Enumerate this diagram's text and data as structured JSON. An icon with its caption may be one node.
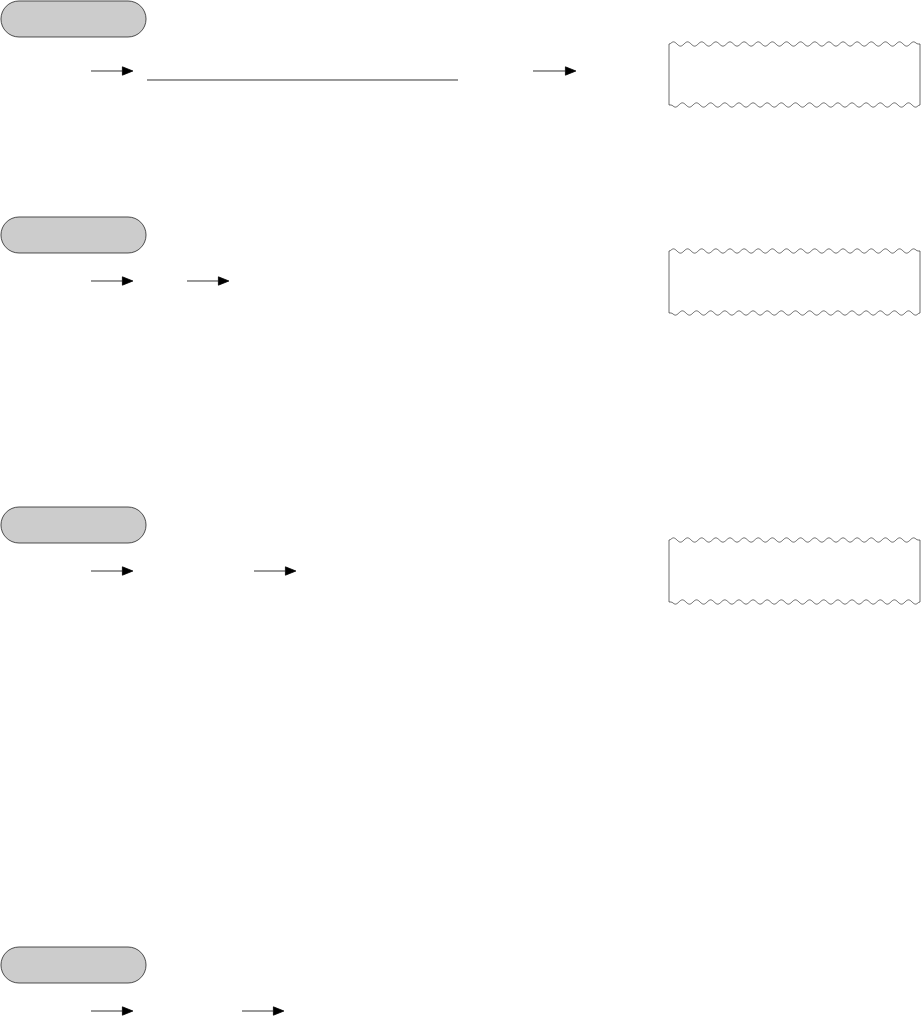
{
  "diagram": {
    "nodes": [
      {
        "text": [],
        "shape": "box"
      },
      {
        "text": [],
        "shape": "tape"
      },
      {
        "text": [],
        "shape": "box"
      },
      {
        "text": [],
        "shape": "tape"
      },
      {
        "text": [],
        "shape": "box"
      },
      {
        "text": [],
        "shape": "tape"
      },
      {
        "text": [],
        "shape": "box"
      }
    ]
  }
}
